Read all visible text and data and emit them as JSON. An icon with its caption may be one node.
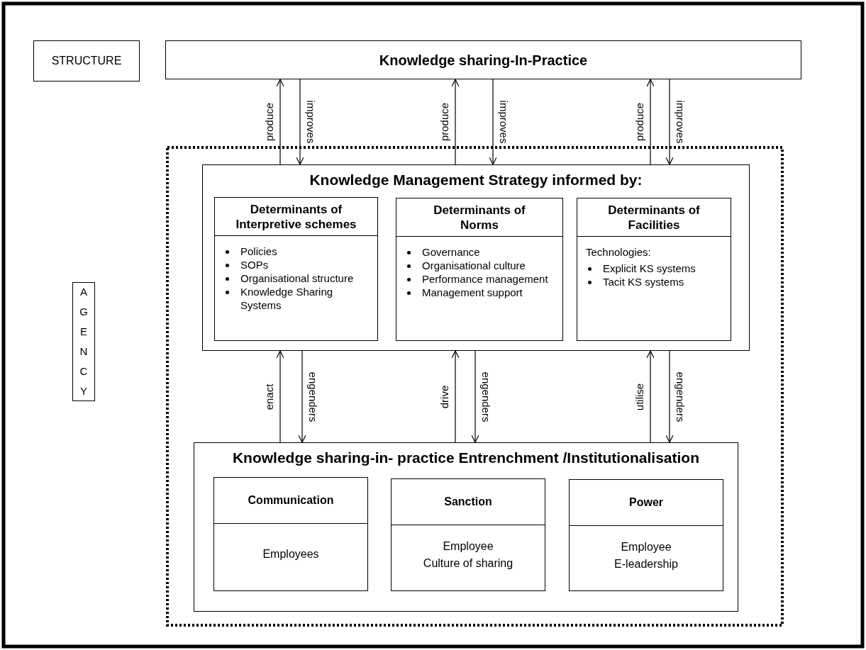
{
  "diagram": {
    "nodes": [
      {
        "text": [
          "STRUCTURE"
        ]
      },
      {
        "text": [
          "Knowledge sharing-In-Practice"
        ]
      },
      {
        "text": [
          "AGENCY"
        ]
      },
      {
        "text": [
          "Knowledge Management Strategy informed by:"
        ]
      },
      {
        "text": [
          "Determinants of Interpretive schemes",
          "Policies",
          "SOPs",
          "Organisational structure",
          "Knowledge Sharing Systems"
        ],
        "in": 3
      },
      {
        "text": [
          "Determinants of Norms",
          "Governance",
          "Organisational culture",
          "Performance management",
          "Management support"
        ],
        "in": 3
      },
      {
        "text": [
          "Determinants of Facilities",
          "Technologies:",
          "Explicit KS systems",
          "Tacit KS systems"
        ],
        "in": 3
      },
      {
        "text": [
          "Knowledge sharing-in- practice Entrenchment /Institutionalisation"
        ]
      },
      {
        "text": [
          "Communication",
          "Employees"
        ],
        "in": 7
      },
      {
        "text": [
          "Sanction",
          "Employee",
          "Culture of sharing"
        ],
        "in": 7
      },
      {
        "text": [
          "Power",
          "Employee",
          "E-leadership"
        ],
        "in": 7
      }
    ],
    "edges": [
      {
        "from": 3,
        "to": 1,
        "arrow": "to",
        "label": "produce"
      },
      {
        "from": 1,
        "to": 3,
        "arrow": "to",
        "label": "improves"
      },
      {
        "from": 3,
        "to": 1,
        "arrow": "to",
        "label": "produce"
      },
      {
        "from": 1,
        "to": 3,
        "arrow": "to",
        "label": "improves"
      },
      {
        "from": 3,
        "to": 1,
        "arrow": "to",
        "label": "produce"
      },
      {
        "from": 1,
        "to": 3,
        "arrow": "to",
        "label": "improves"
      },
      {
        "from": 7,
        "to": 3,
        "arrow": "to",
        "label": "enact"
      },
      {
        "from": 3,
        "to": 7,
        "arrow": "to",
        "label": "engenders"
      },
      {
        "from": 7,
        "to": 3,
        "arrow": "to",
        "label": "drive"
      },
      {
        "from": 3,
        "to": 7,
        "arrow": "to",
        "label": "engenders"
      },
      {
        "from": 7,
        "to": 3,
        "arrow": "to",
        "label": "utilise"
      },
      {
        "from": 3,
        "to": 7,
        "arrow": "to",
        "label": "engenders"
      }
    ]
  }
}
